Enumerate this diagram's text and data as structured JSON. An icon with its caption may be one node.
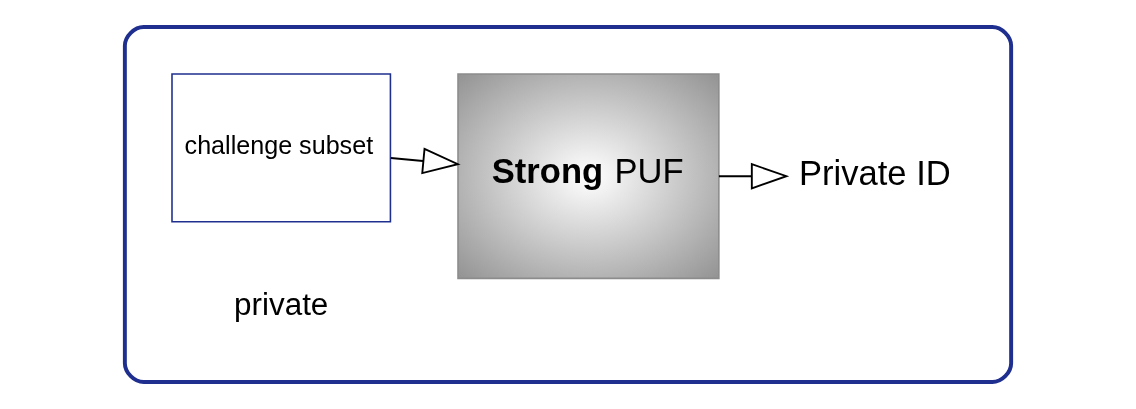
{
  "diagram": {
    "nodes": [
      {
        "text": [],
        "shape": "box"
      },
      {
        "text": [
          "challenge subset"
        ],
        "in": 0
      },
      {
        "text": [
          "**Strong** PUF"
        ],
        "in": 0
      },
      {
        "text": [
          "Private ID"
        ],
        "in": 0
      }
    ],
    "edges": [
      {
        "from": 1,
        "to": 2,
        "arrow": "to"
      },
      {
        "from": 2,
        "to": 3,
        "arrow": "to"
      }
    ],
    "labels": [
      "private"
    ]
  }
}
